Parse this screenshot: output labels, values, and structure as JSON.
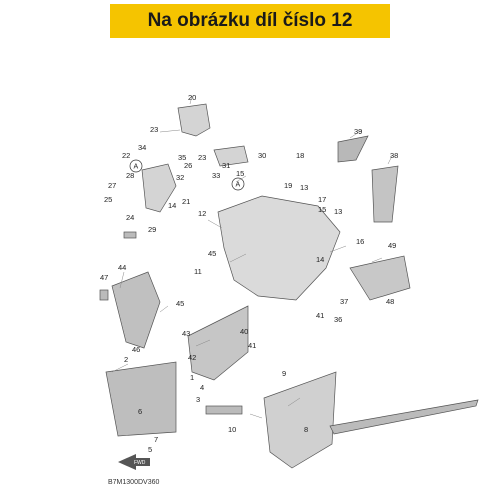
{
  "banner": {
    "title": "Na obrázku díl číslo 12",
    "color": "#f5c400"
  },
  "diagram": {
    "code": "B7M1300DV360",
    "front_arrow": "FWD",
    "ref_marker": "A",
    "callouts": [
      "20",
      "23",
      "39",
      "22",
      "34",
      "35",
      "26",
      "23",
      "31",
      "30",
      "38",
      "28",
      "32",
      "33",
      "15",
      "18",
      "13",
      "19",
      "17",
      "15",
      "13",
      "27",
      "25",
      "21",
      "14",
      "24",
      "29",
      "12",
      "45",
      "16",
      "49",
      "11",
      "44",
      "47",
      "14",
      "37",
      "41",
      "36",
      "48",
      "45",
      "43",
      "40",
      "42",
      "46",
      "41",
      "2",
      "4",
      "1",
      "3",
      "9",
      "10",
      "8",
      "6",
      "5",
      "7"
    ]
  }
}
